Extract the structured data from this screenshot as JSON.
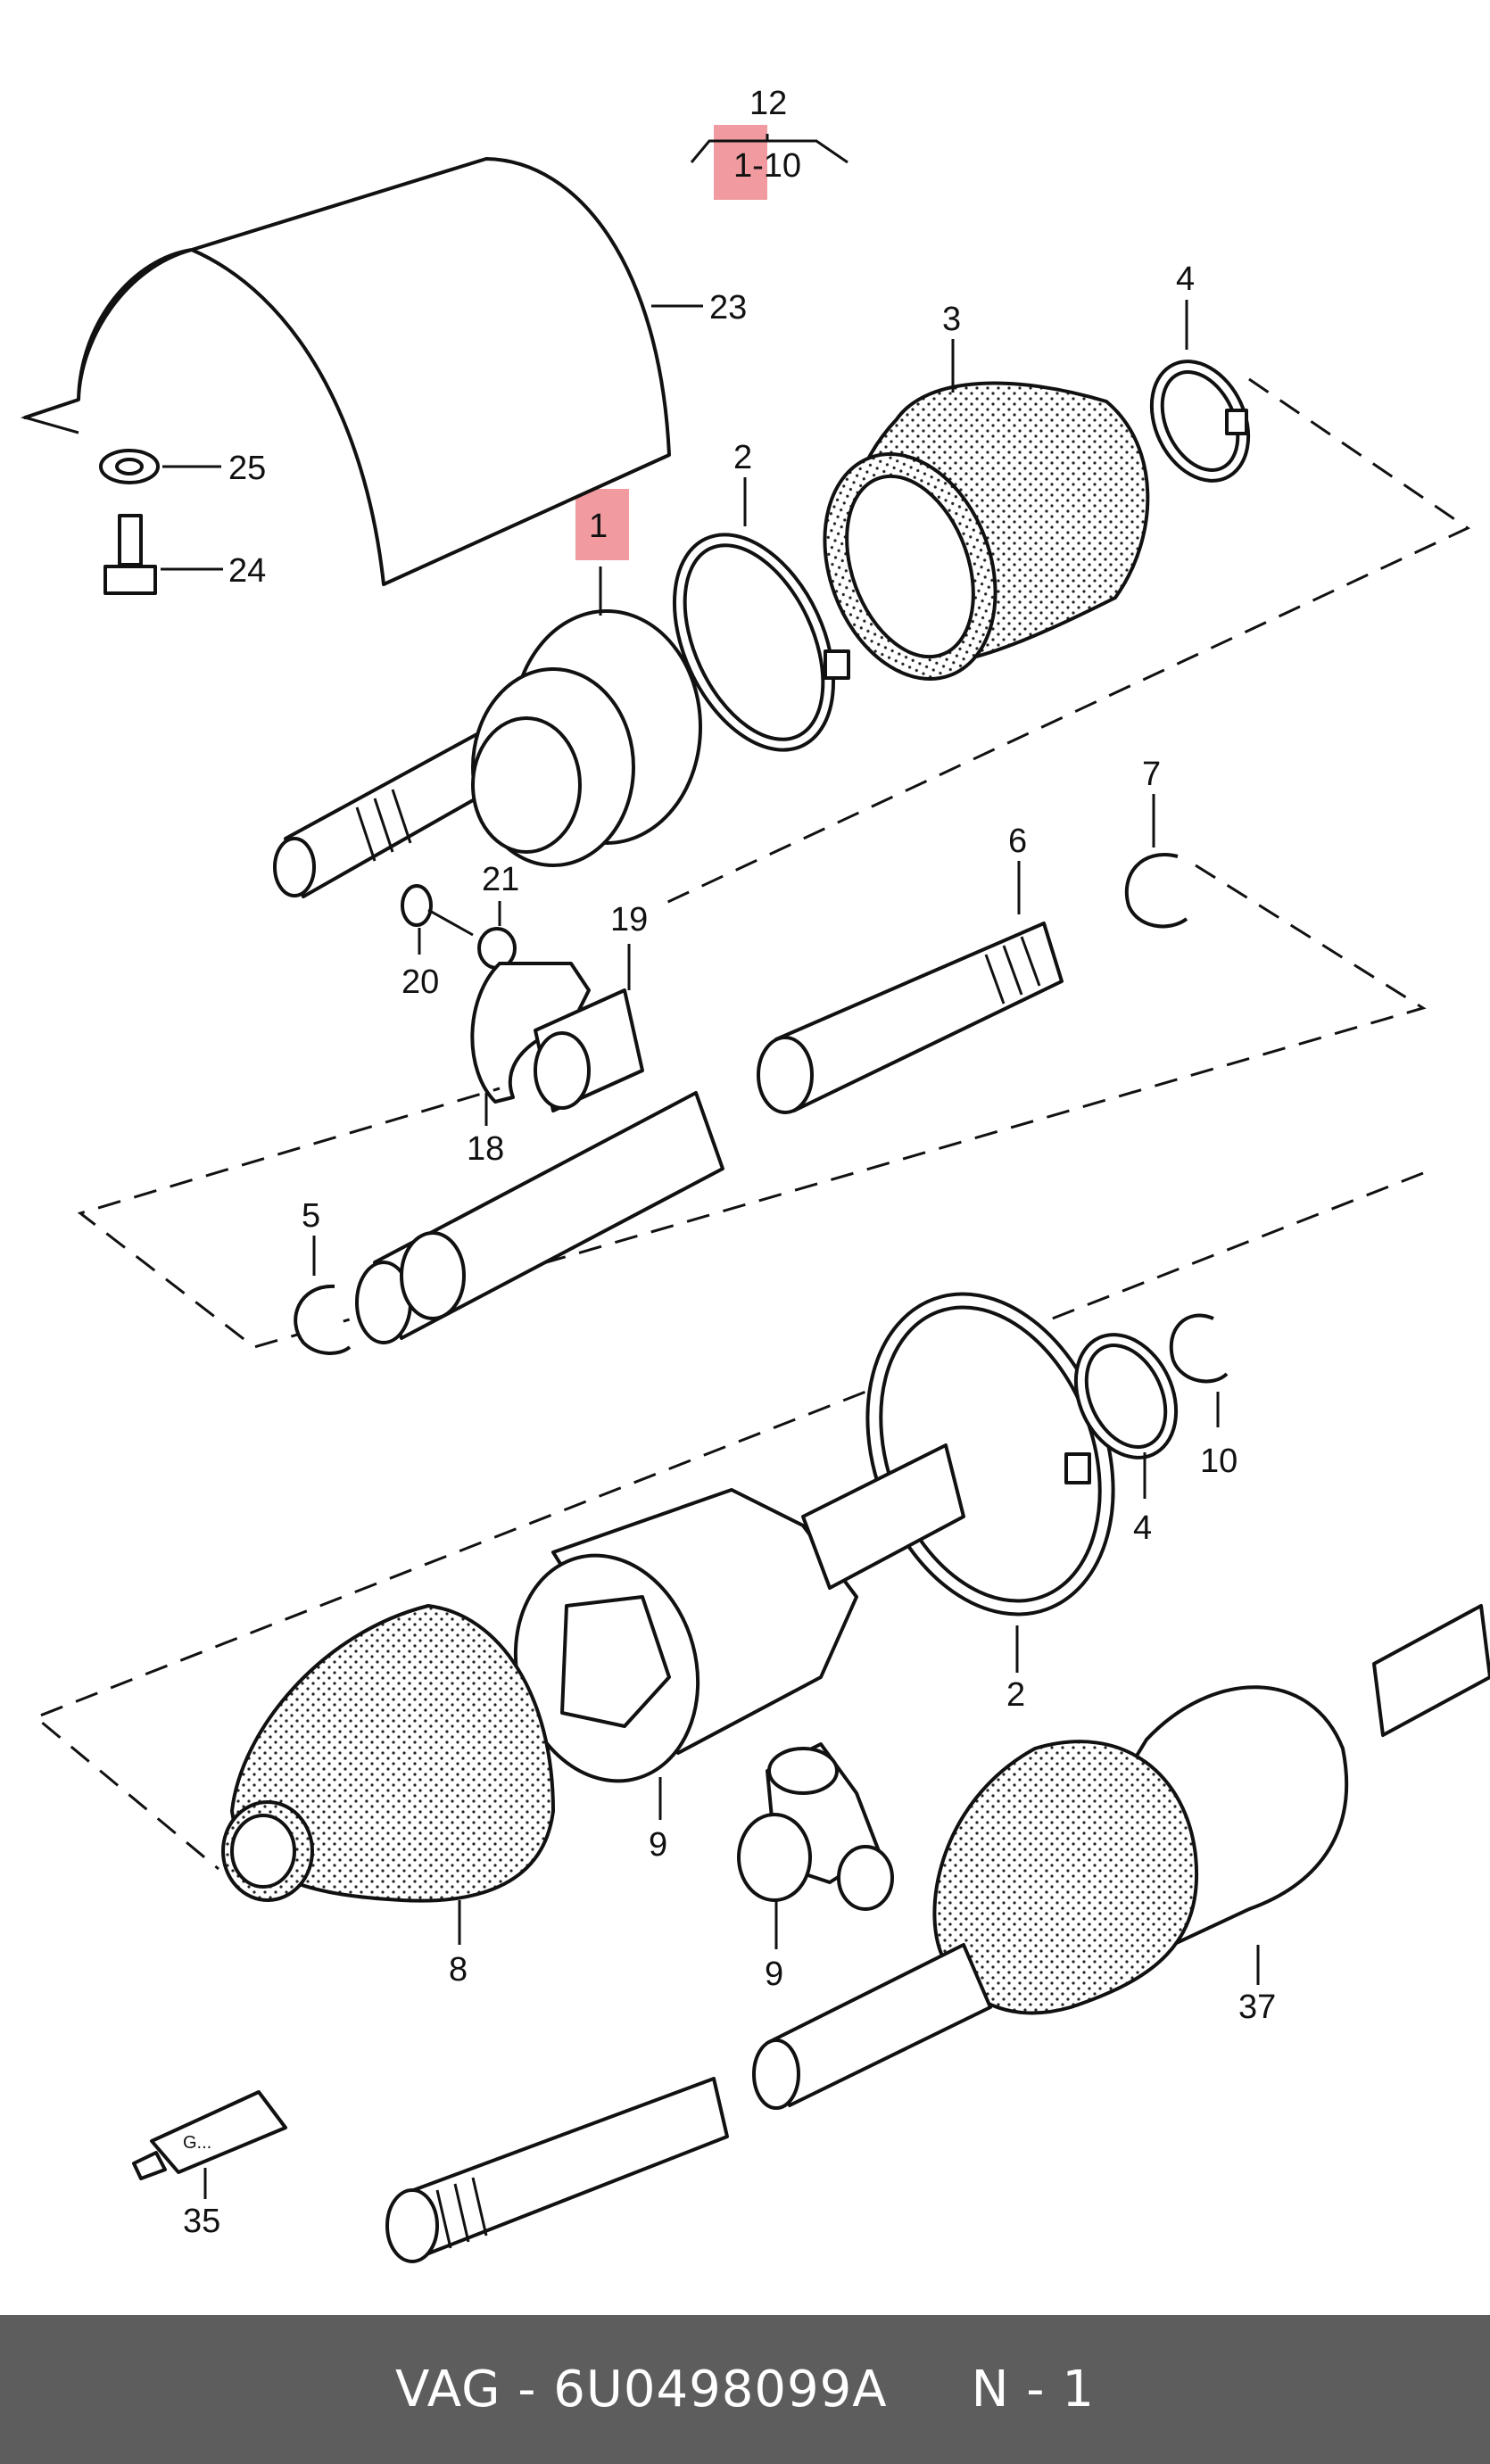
{
  "callouts": {
    "c12": "12",
    "c1_10": "1-10",
    "c23": "23",
    "c25": "25",
    "c24": "24",
    "c1": "1",
    "c2_top": "2",
    "c3": "3",
    "c4_top": "4",
    "c7": "7",
    "c6": "6",
    "c21": "21",
    "c20": "20",
    "c19": "19",
    "c18": "18",
    "c5": "5",
    "c10": "10",
    "c4_bottom": "4",
    "c2_bottom": "2",
    "c9_a": "9",
    "c9_b": "9",
    "c8": "8",
    "c37": "37",
    "c35": "35",
    "tube_label": "G..."
  },
  "footer": {
    "text": "VAG - 6U0498099A     N - 1"
  },
  "colors": {
    "highlight": "#ee8a8f",
    "footer_bg": "#5d5d5d",
    "line": "#111111"
  }
}
